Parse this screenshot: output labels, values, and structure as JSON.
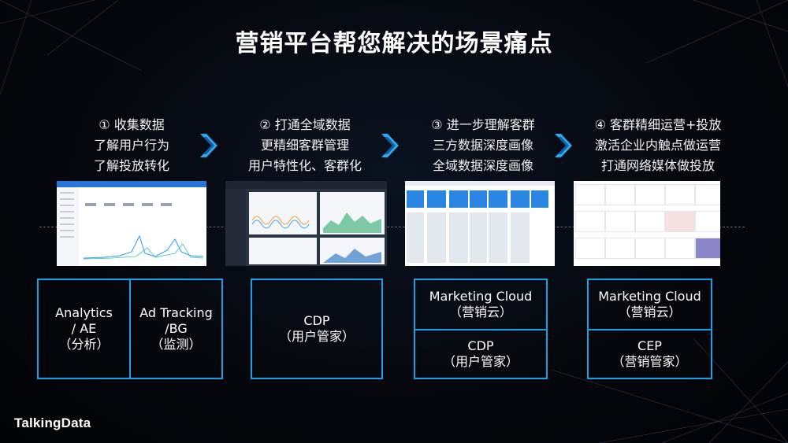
{
  "title": "营销平台帮您解决的场景痛点",
  "columns": [
    {
      "lines": [
        "① 收集数据",
        "了解用户行为",
        "了解投放转化"
      ]
    },
    {
      "lines": [
        "② 打通全域数据",
        "更精细客群管理",
        "用户特性化、客群化"
      ]
    },
    {
      "lines": [
        "③ 进一步理解客群",
        "三方数据深度画像",
        "全域数据深度画像"
      ]
    },
    {
      "lines": [
        "④ 客群精细运营+投放",
        "激活企业内触点做运营",
        "打通网络媒体做投放"
      ]
    }
  ],
  "boxes": {
    "analytics": "Analytics\n/ AE\n（分析）",
    "adtracking": "Ad Tracking\n/BG\n（监测）",
    "cdp1": "CDP\n（用户管家）",
    "mc1": "Marketing Cloud\n（营销云）",
    "cdp2": "CDP\n（用户管家）",
    "mc2": "Marketing Cloud\n（营销云）",
    "cep": "CEP\n（营销管家）"
  },
  "logo": "TalkingData",
  "colors": {
    "accent": "#1aa0e8",
    "arrow": "#2fa6ee"
  }
}
